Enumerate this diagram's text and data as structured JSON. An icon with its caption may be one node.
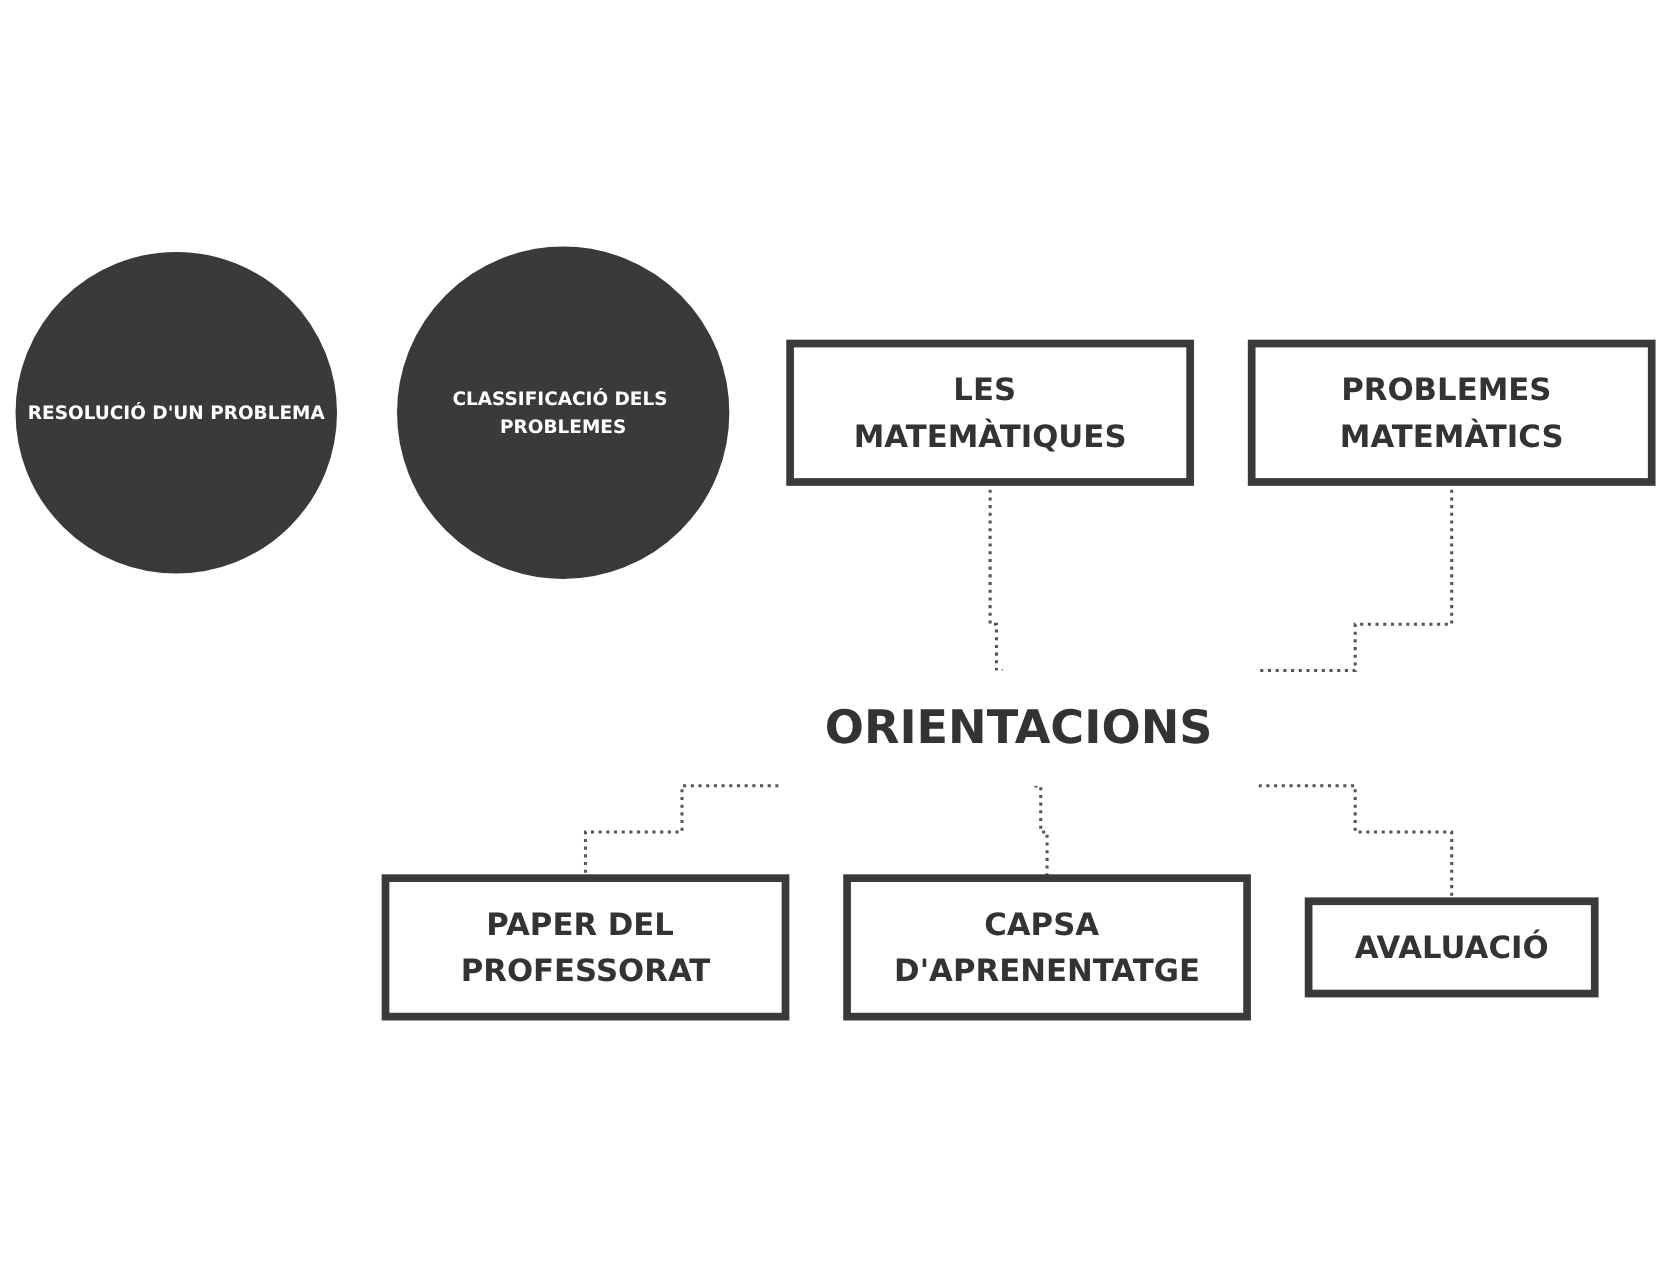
{
  "diagram": {
    "nodes": [
      {
        "text": [
          "RESOLUCIÓ D'UN PROBLEMA"
        ]
      },
      {
        "text": [
          "CLASSIFICACIÓ DELS PROBLEMES"
        ]
      },
      {
        "text": [
          "LES MATEMÀTIQUES"
        ]
      },
      {
        "text": [
          "PROBLEMES MATEMÀTICS"
        ]
      },
      {
        "text": [
          "ORIENTACIONS"
        ]
      },
      {
        "text": [
          "PAPER DEL PROFESSORAT"
        ]
      },
      {
        "text": [
          "CAPSA D'APRENENTATGE"
        ]
      },
      {
        "text": [
          "AVALUACIÓ"
        ]
      }
    ],
    "edges": [
      {
        "from": 2,
        "to": 4,
        "arrow": "none",
        "style": "dashed"
      },
      {
        "from": 3,
        "to": 4,
        "arrow": "none",
        "style": "dashed"
      },
      {
        "from": 4,
        "to": 5,
        "arrow": "none",
        "style": "dashed"
      },
      {
        "from": 4,
        "to": 6,
        "arrow": "none",
        "style": "dashed"
      },
      {
        "from": 4,
        "to": 7,
        "arrow": "none",
        "style": "dashed"
      }
    ]
  }
}
